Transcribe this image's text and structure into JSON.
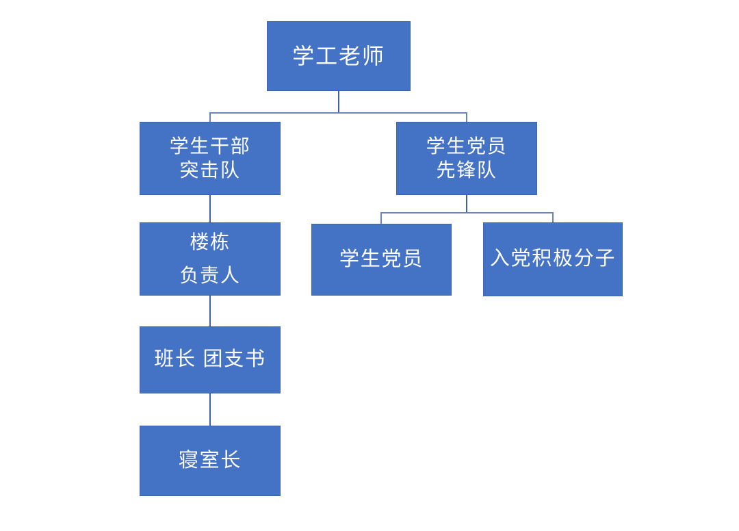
{
  "diagram": {
    "type": "organizational-chart",
    "title_text": "",
    "theme": {
      "box_fill": "#4472C4",
      "box_border": "#3a64b0",
      "text_color": "#FFFFFF",
      "connector_color": "#3d62a8",
      "background": "#FFFFFF"
    },
    "nodes": [
      {
        "id": "n1",
        "label": "学工老师",
        "line1": "学工老师",
        "line2": "",
        "level": 1
      },
      {
        "id": "n2",
        "label": "学生干部突击队",
        "line1": "学生干部",
        "line2": "突击队",
        "level": 2
      },
      {
        "id": "n3",
        "label": "学生党员先锋队",
        "line1": "学生党员",
        "line2": "先锋队",
        "level": 2
      },
      {
        "id": "n4",
        "label": "楼栋负责人",
        "line1": "楼栋",
        "line2": "负责人",
        "level": 3
      },
      {
        "id": "n5",
        "label": "学生党员",
        "line1": "学生党员",
        "line2": "",
        "level": 3
      },
      {
        "id": "n6",
        "label": "入党积极分子",
        "line1": "入党积极分子",
        "line2": "",
        "level": 3
      },
      {
        "id": "n7",
        "label": "班长 团支书",
        "line1": "班长 团支书",
        "line2": "",
        "level": 4
      },
      {
        "id": "n8",
        "label": "寝室长",
        "line1": "寝室长",
        "line2": "",
        "level": 5
      }
    ],
    "edges": [
      {
        "from": "n1",
        "to": "n2"
      },
      {
        "from": "n1",
        "to": "n3"
      },
      {
        "from": "n2",
        "to": "n4"
      },
      {
        "from": "n3",
        "to": "n5"
      },
      {
        "from": "n3",
        "to": "n6"
      },
      {
        "from": "n4",
        "to": "n7"
      },
      {
        "from": "n7",
        "to": "n8"
      }
    ]
  }
}
